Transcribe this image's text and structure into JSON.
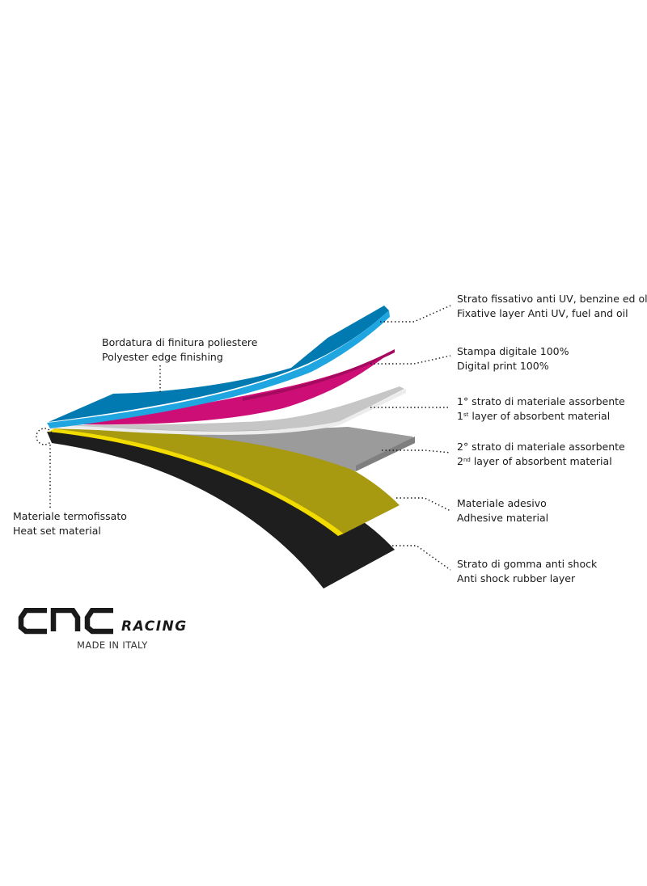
{
  "layers": [
    {
      "it": "Strato fissativo anti UV, benzine ed oli",
      "en": "Fixative layer Anti UV, fuel and oil",
      "color": "#007AB0"
    },
    {
      "it": "Stampa digitale 100%",
      "en": "Digital print 100%",
      "color": "#CE0E77"
    },
    {
      "it": "1° strato di materiale assorbente",
      "en_pre": "1",
      "en_sup": "st",
      "en_post": " layer of absorbent material",
      "color": "#C6C6C6"
    },
    {
      "it": "2° strato di materiale assorbente",
      "en_pre": "2",
      "en_sup": "nd",
      "en_post": " layer of absorbent material",
      "color": "#9B9B9B"
    },
    {
      "it": "Materiale adesivo",
      "en": "Adhesive material",
      "color": "#A79A10"
    },
    {
      "it": "Strato di gomma anti shock",
      "en": "Anti shock rubber layer",
      "color": "#1E1E1E"
    }
  ],
  "edge": {
    "it": "Bordatura di finitura poliestere",
    "en": "Polyester edge finishing",
    "color": "#1FA6E0"
  },
  "heat": {
    "it": "Materiale termofissato",
    "en": "Heat set material"
  },
  "brand": {
    "logo": "CNC",
    "racing": "RACING",
    "tagline": "MADE IN ITALY"
  }
}
